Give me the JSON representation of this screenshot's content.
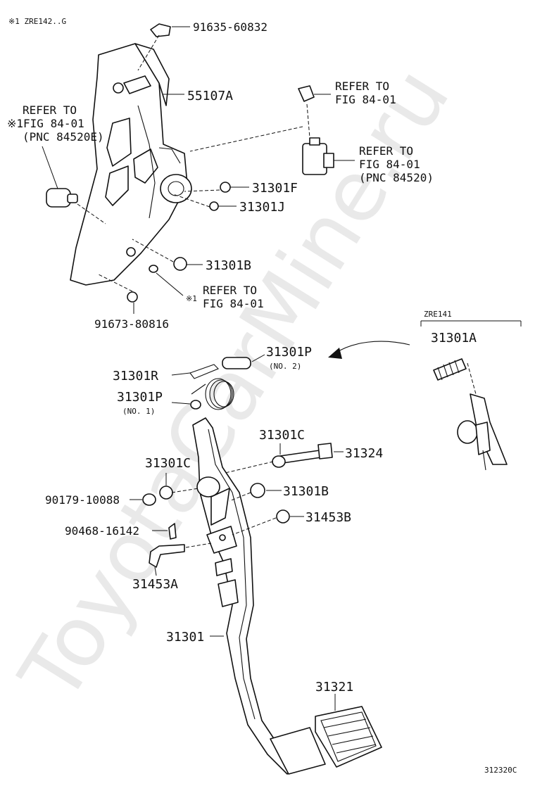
{
  "header": {
    "note": "※1 ZRE142..G"
  },
  "watermark": "ToyotaCarMine.ru",
  "figure_code": "312320C",
  "inset": {
    "model": "ZRE141",
    "part": "31301A"
  },
  "labels": {
    "p91635": "91635-60832",
    "p55107A": "55107A",
    "refer_top": [
      "REFER TO",
      "FIG 84-01"
    ],
    "refer_left": [
      "REFER TO",
      "※1FIG 84-01",
      "(PNC 84520E)"
    ],
    "refer_right": [
      "REFER TO",
      "FIG 84-01",
      "(PNC 84520)"
    ],
    "p31301F": "31301F",
    "p31301J": "31301J",
    "p31301B_top": "31301B",
    "refer_mid": [
      "REFER TO",
      "FIG 84-01"
    ],
    "note_mid": "※1",
    "p91673": "91673-80816",
    "p31301P_no2": "31301P",
    "no2": "(NO. 2)",
    "p31301R": "31301R",
    "p31301P_no1": "31301P",
    "no1": "(NO. 1)",
    "p31301C_right": "31301C",
    "p31324": "31324",
    "p31301C_left": "31301C",
    "p90179": "90179-10088",
    "p31301B_bottom": "31301B",
    "p31453B": "31453B",
    "p90468": "90468-16142",
    "p31453A": "31453A",
    "p31301": "31301",
    "p31321": "31321"
  }
}
